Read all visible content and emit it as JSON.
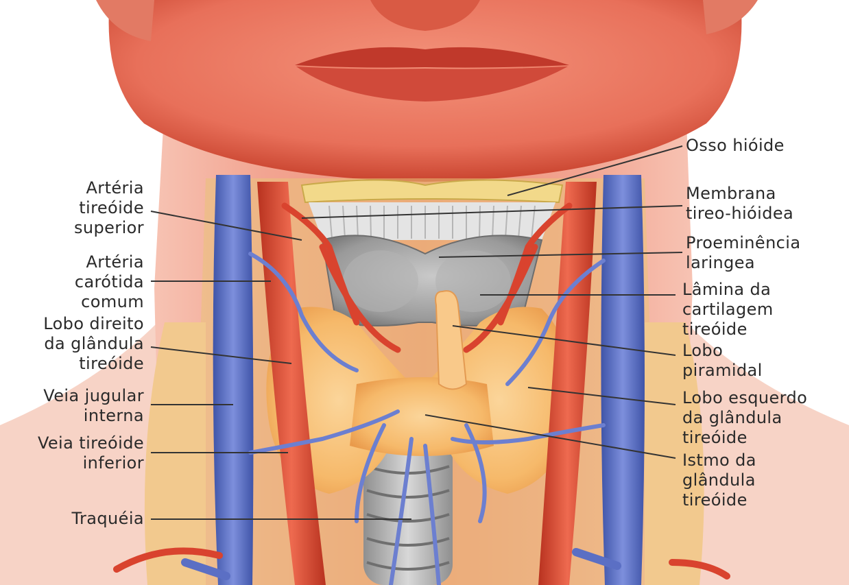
{
  "diagram": {
    "labels_left": {
      "arteria_tireoide_superior": "Artéria\ntireóide\nsuperior",
      "arteria_carotida_comum": "Artéria\ncarótida\ncomum",
      "lobo_direito": "Lobo direito\nda glândula\ntireóide",
      "veia_jugular_interna": "Veia jugular\ninterna",
      "veia_tireoide_inferior": "Veia tireóide\ninferior",
      "traqueia": "Traquéia"
    },
    "labels_right": {
      "osso_hioide": "Osso hióide",
      "membrana_tireo_hioidea": "Membrana\ntireo-hióidea",
      "proeminencia_laringea": "Proeminência\nlaringea",
      "lamina_cartilagem": "Lâmina da\ncartilagem\ntireóide",
      "lobo_piramidal": "Lobo\npiramidal",
      "lobo_esquerdo": "Lobo esquerdo\nda glândula\ntireóide",
      "istmo": "Istmo da\nglândula\ntireóide"
    },
    "colors": {
      "skin": "#e8705a",
      "skin_dark": "#c9442f",
      "lips": "#c0392b",
      "artery": "#d9432e",
      "vein": "#5b6fc4",
      "thyroid": "#f6b96a",
      "cartilage": "#a7a7a7",
      "hyoid": "#f2d98a",
      "label_text": "#2a2a2a",
      "leader_line": "#333333"
    }
  }
}
